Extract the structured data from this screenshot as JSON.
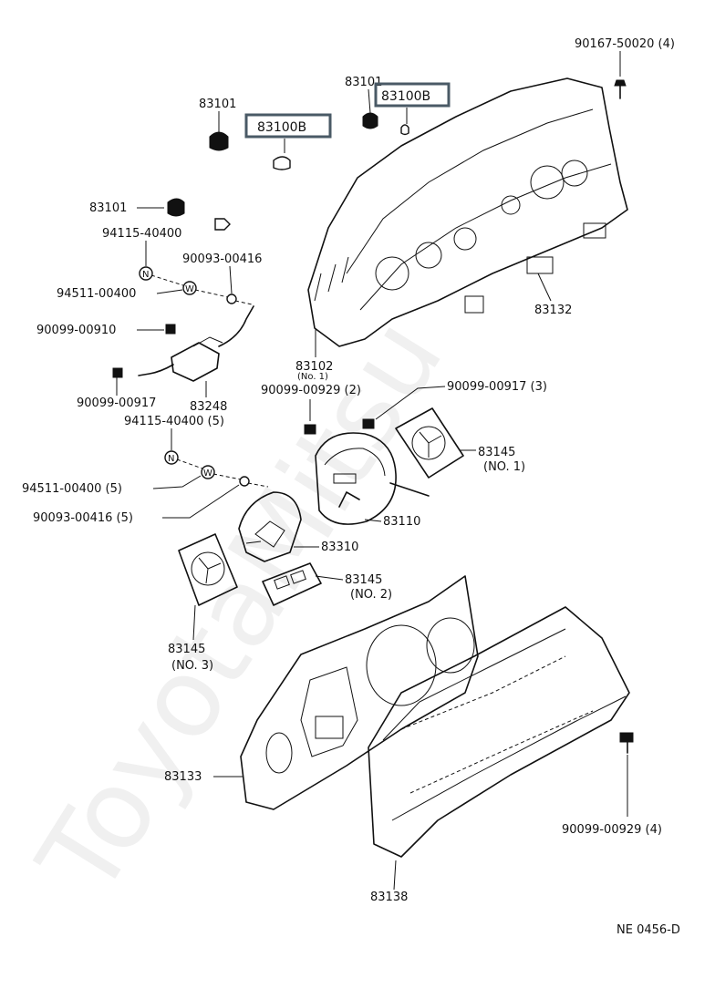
{
  "watermark": "ToyotaMitsu",
  "diagram_code": "NE 0456-D",
  "highlight_color": "#4a5a66",
  "labels": {
    "p90167": "90167-50020 (4)",
    "p83101_top": "83101",
    "p83100B_a": "83100B",
    "p83101_left": "83101",
    "p83100B_b": "83100B",
    "p83101_mid": "83101",
    "p94115_a": "94115-40400",
    "p90093_a": "90093-00416",
    "p94511_a": "94511-00400",
    "p90099_00910": "90099-00910",
    "p90099_00917_a": "90099-00917",
    "p83248": "83248",
    "p83102": "83102",
    "p83102_sub": "(No. 1)",
    "p90099_00929_2": "90099-00929 (2)",
    "p90099_00917_3": "90099-00917 (3)",
    "p83132": "83132",
    "p94115_5": "94115-40400 (5)",
    "p83145_1": "83145",
    "p83145_1_sub": "(NO. 1)",
    "p94511_5": "94511-00400 (5)",
    "p90093_5": "90093-00416 (5)",
    "p83110": "83110",
    "p83310": "83310",
    "p83145_2": "83145",
    "p83145_2_sub": "(NO. 2)",
    "p83145_3": "83145",
    "p83145_3_sub": "(NO. 3)",
    "p83133": "83133",
    "p90099_00929_4": "90099-00929 (4)",
    "p83138": "83138"
  },
  "markers": {
    "n": "N",
    "w": "W"
  }
}
